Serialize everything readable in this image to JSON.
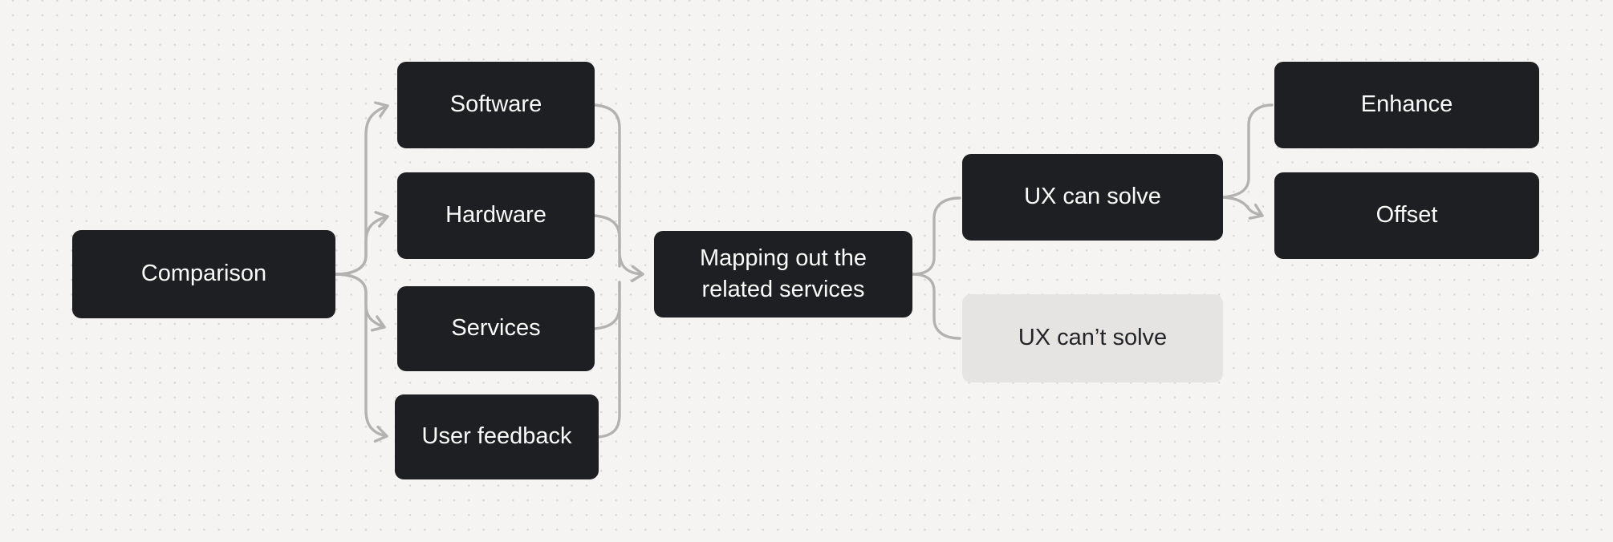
{
  "diagram": {
    "background_color": "#f5f4f2",
    "dot_color": "#d8d7d5",
    "connector_color": "#b3b2b0",
    "node_dark_bg": "#1e1f22",
    "node_dark_text": "#fafaf9",
    "node_light_bg": "#e5e4e2",
    "node_light_text": "#232428"
  },
  "nodes": {
    "comparison": {
      "label": "Comparison",
      "style": "dark"
    },
    "software": {
      "label": "Software",
      "style": "dark"
    },
    "hardware": {
      "label": "Hardware",
      "style": "dark"
    },
    "services": {
      "label": "Services",
      "style": "dark"
    },
    "user_feedback": {
      "label": "User feedback",
      "style": "dark"
    },
    "mapping": {
      "label": "Mapping out the related services",
      "style": "dark"
    },
    "ux_can_solve": {
      "label": "UX can solve",
      "style": "dark"
    },
    "ux_cant_solve": {
      "label": "UX can’t solve",
      "style": "light"
    },
    "enhance": {
      "label": "Enhance",
      "style": "dark"
    },
    "offset": {
      "label": "Offset",
      "style": "dark"
    }
  },
  "connections": [
    {
      "from": "comparison",
      "to": "software",
      "arrow": true
    },
    {
      "from": "comparison",
      "to": "hardware",
      "arrow": true
    },
    {
      "from": "comparison",
      "to": "services",
      "arrow": true
    },
    {
      "from": "comparison",
      "to": "user_feedback",
      "arrow": true
    },
    {
      "from": "software",
      "to": "mapping",
      "arrow": true
    },
    {
      "from": "hardware",
      "to": "mapping",
      "arrow": false
    },
    {
      "from": "services",
      "to": "mapping",
      "arrow": false
    },
    {
      "from": "user_feedback",
      "to": "mapping",
      "arrow": false
    },
    {
      "from": "mapping",
      "to": "ux_can_solve",
      "arrow": false
    },
    {
      "from": "mapping",
      "to": "ux_cant_solve",
      "arrow": false
    },
    {
      "from": "ux_can_solve",
      "to": "enhance",
      "arrow": false
    },
    {
      "from": "ux_can_solve",
      "to": "offset",
      "arrow": true
    }
  ]
}
